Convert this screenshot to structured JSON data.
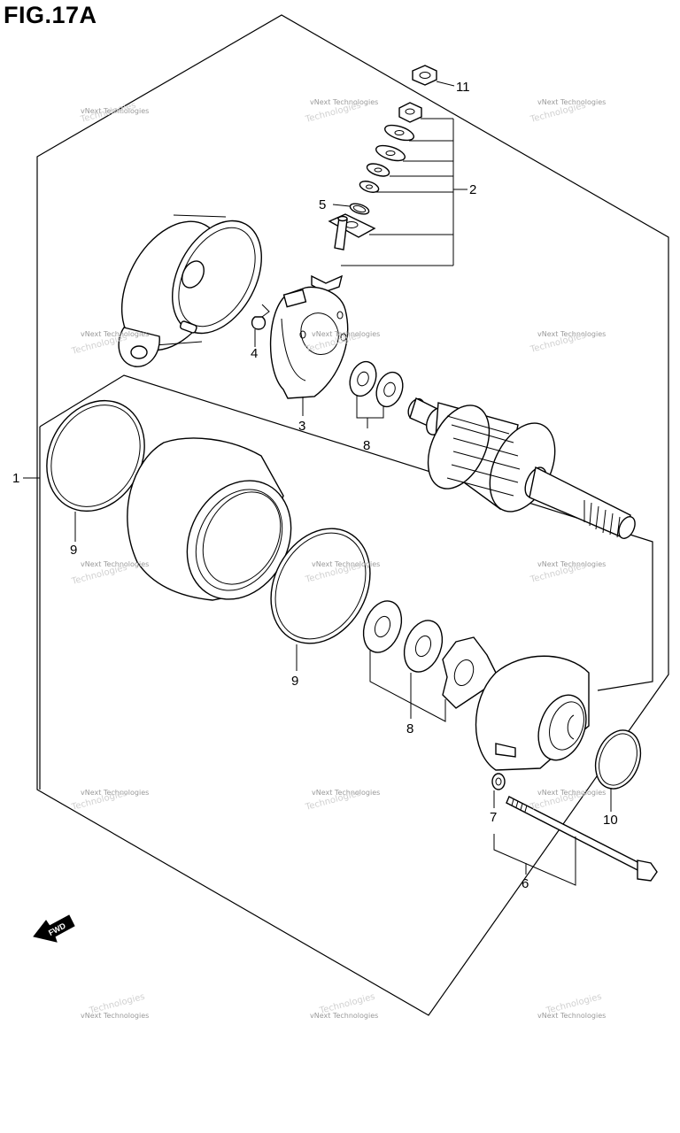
{
  "title": "FIG.17A",
  "watermark": {
    "line1": "vNext Technologies",
    "line2": "Technologies"
  },
  "fwd_label": "FWD",
  "callouts": {
    "c1": "1",
    "c2": "2",
    "c3": "3",
    "c4": "4",
    "c5": "5",
    "c6": "6",
    "c7": "7",
    "c8a": "8",
    "c8b": "8",
    "c9a": "9",
    "c9b": "9",
    "c10": "10",
    "c11": "11"
  }
}
